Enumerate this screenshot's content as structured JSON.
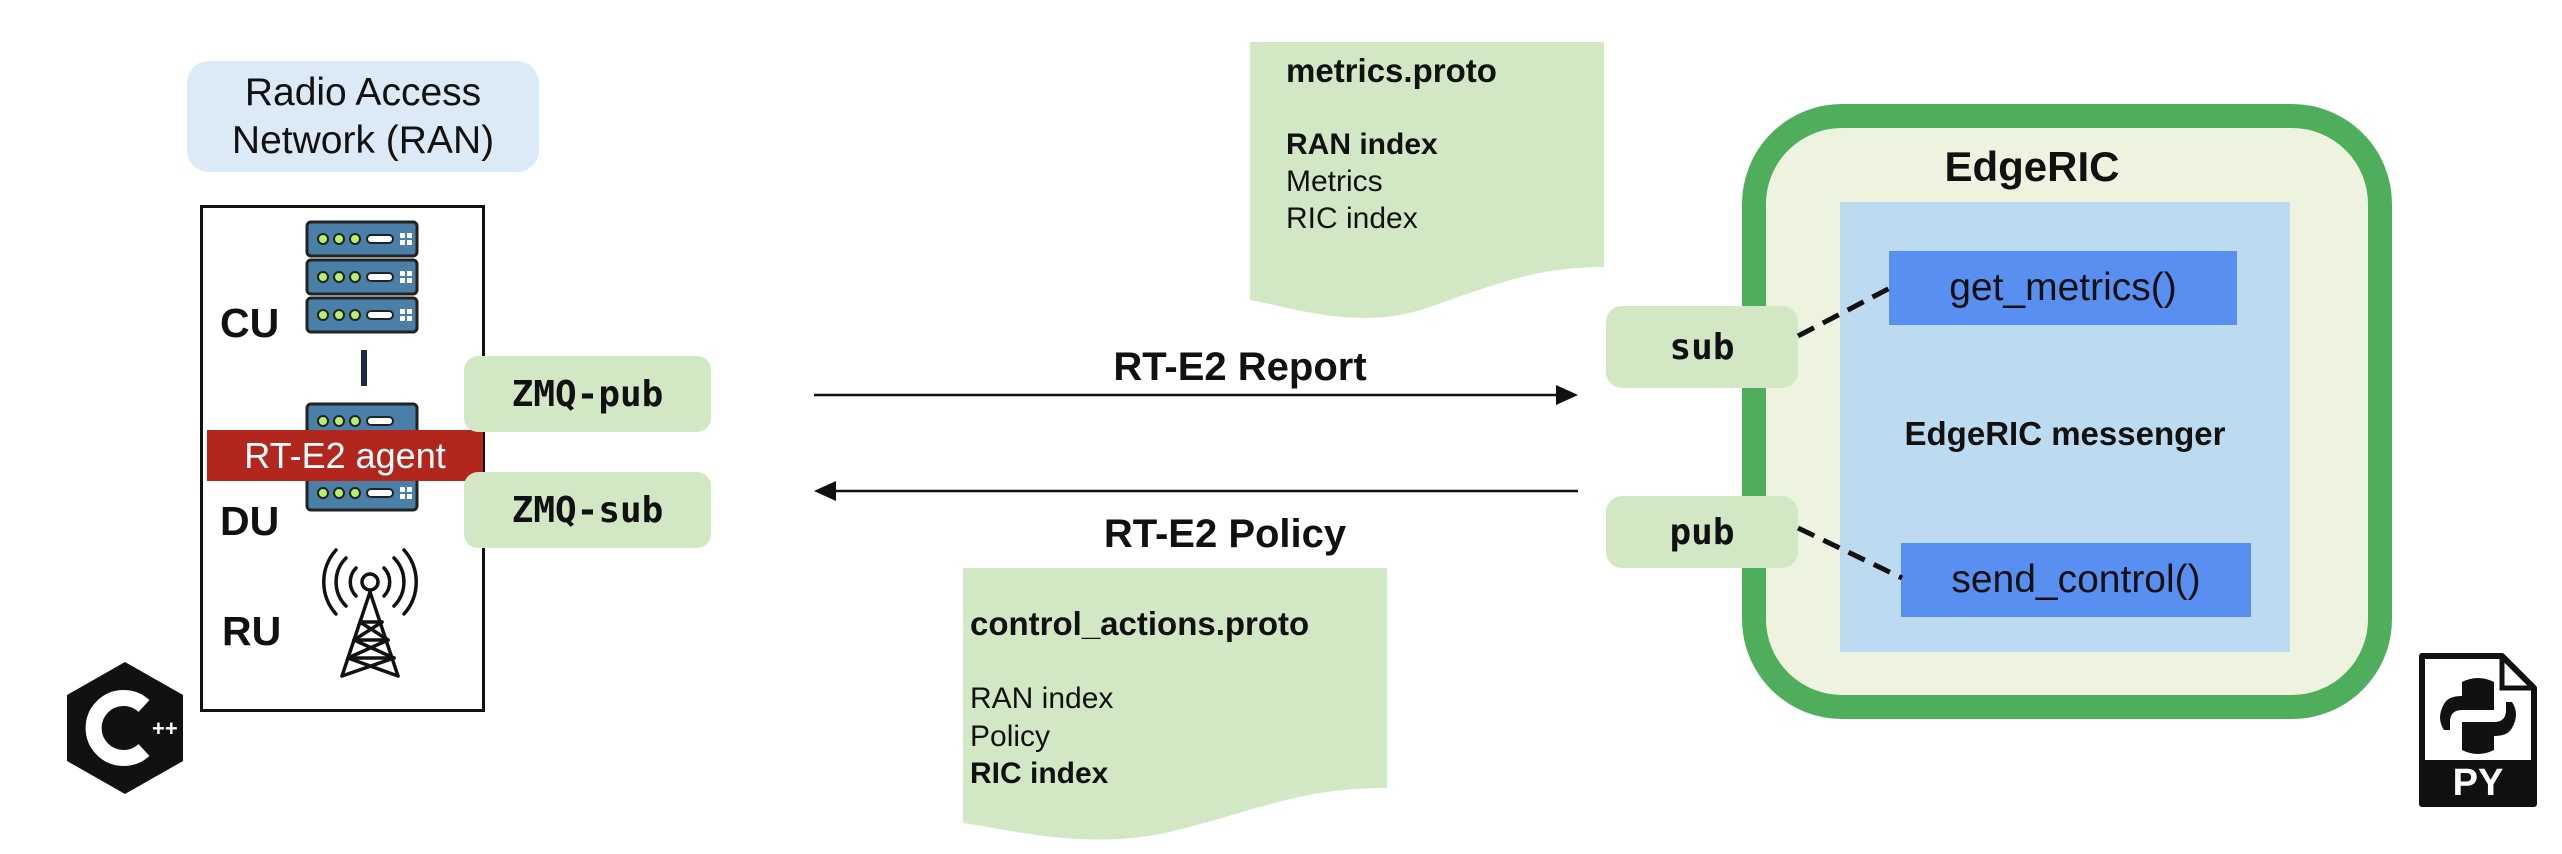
{
  "ran": {
    "title": "Radio Access\nNetwork (RAN)",
    "cu_label": "CU",
    "du_label": "DU",
    "ru_label": "RU",
    "agent_label": "RT-E2 agent",
    "zmq_pub": "ZMQ-pub",
    "zmq_sub": "ZMQ-sub"
  },
  "flows": {
    "report_label": "RT-E2 Report",
    "policy_label": "RT-E2 Policy"
  },
  "metrics_proto": {
    "title": "metrics.proto",
    "field_1": "RAN index",
    "field_2": "Metrics",
    "field_3": "RIC index"
  },
  "control_proto": {
    "title": "control_actions.proto",
    "field_1": "RAN index",
    "field_2": "Policy",
    "field_3": "RIC index"
  },
  "edgeric": {
    "title": "EdgeRIC",
    "messenger_label": "EdgeRIC messenger",
    "get_metrics": "get_metrics()",
    "send_control": "send_control()",
    "sub": "sub",
    "pub": "pub"
  },
  "logos": {
    "cpp_text": "++",
    "py_text": "PY"
  },
  "colors": {
    "ran_title_bg": "#dbeaf6",
    "zmq_bg": "#d2e8c5",
    "agent_bg": "#b3261e",
    "edgeric_border": "#4eae5b",
    "messenger_bg": "#bddbf0",
    "function_bg": "#5a8ff2",
    "server_blue": "#4a7fa7"
  },
  "icons": [
    "server-stack-icon",
    "server-icon",
    "radio-tower-icon",
    "cpp-logo",
    "python-file-logo"
  ]
}
